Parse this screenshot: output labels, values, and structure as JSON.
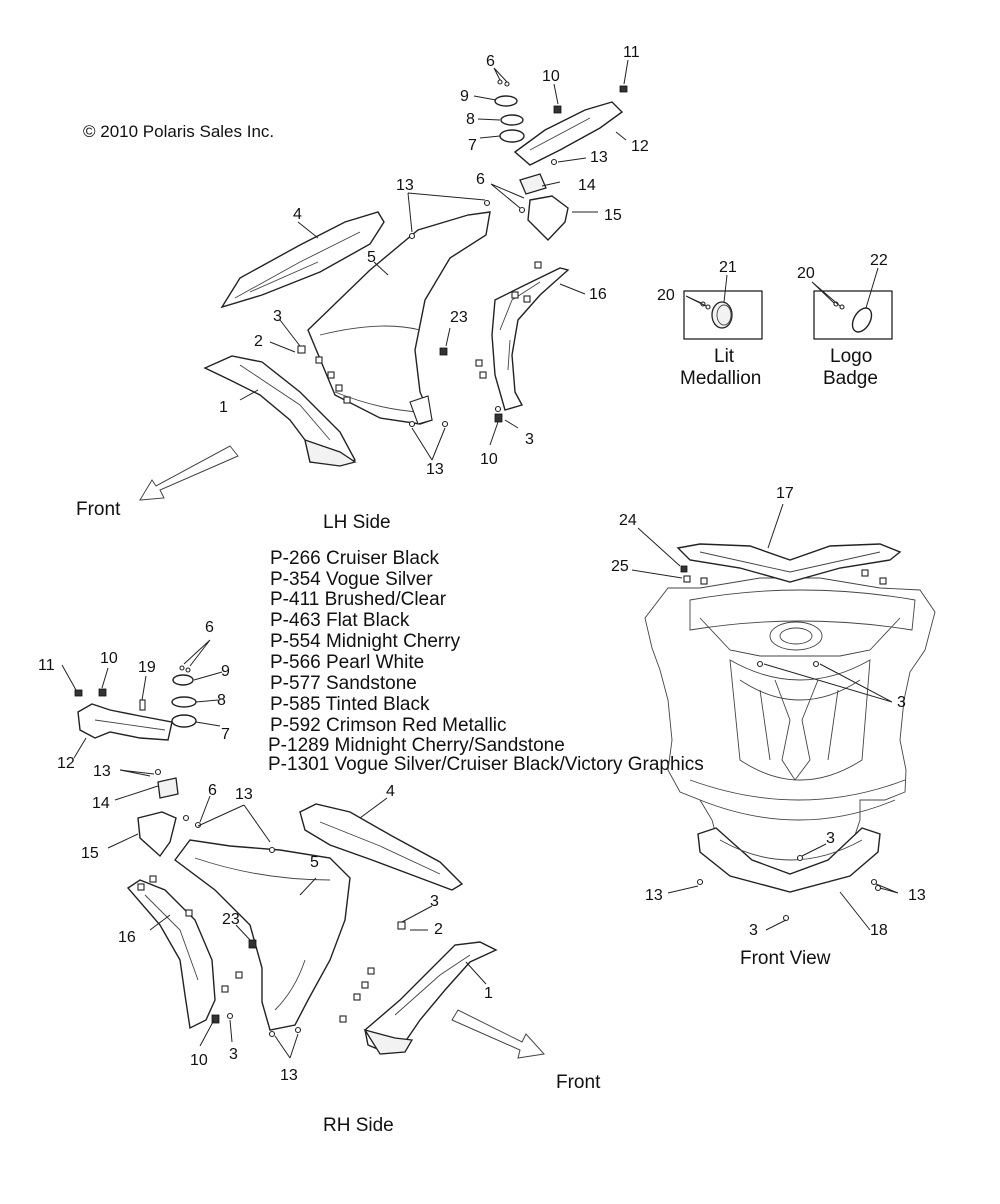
{
  "copyright": "© 2010 Polaris Sales Inc.",
  "captions": {
    "lh_side": "LH Side",
    "rh_side": "RH Side",
    "front_view": "Front View",
    "front_top": "Front",
    "front_bottom": "Front",
    "lit_medallion_line1": "Lit",
    "lit_medallion_line2": "Medallion",
    "logo_badge_line1": "Logo",
    "logo_badge_line2": "Badge"
  },
  "paint_codes": [
    "P-266  Cruiser Black",
    "P-354  Vogue Silver",
    "P-411  Brushed/Clear",
    "P-463  Flat Black",
    "P-554  Midnight Cherry",
    "P-566  Pearl White",
    "P-577  Sandstone",
    "P-585  Tinted Black",
    "P-592  Crimson Red Metallic",
    "P-1289 Midnight Cherry/Sandstone",
    "P-1301 Vogue Silver/Cruiser Black/Victory Graphics"
  ],
  "callouts": {
    "lh": {
      "c6a": "6",
      "c9a": "9",
      "c10a": "10",
      "c11a": "11",
      "c8a": "8",
      "c7a": "7",
      "c12a": "12",
      "c13a": "13",
      "c14a": "14",
      "c6b": "6",
      "c13b": "13",
      "c15a": "15",
      "c4a": "4",
      "c5a": "5",
      "c16a": "16",
      "c23a": "23",
      "c3a": "3",
      "c2a": "2",
      "c1a": "1",
      "c3b": "3",
      "c10b": "10",
      "c13c": "13"
    },
    "badges": {
      "c21": "21",
      "c20a": "20",
      "c20b": "20",
      "c22": "22"
    },
    "rh": {
      "c6": "6",
      "c11": "11",
      "c10": "10",
      "c19": "19",
      "c9": "9",
      "c8": "8",
      "c7": "7",
      "c12": "12",
      "c13a": "13",
      "c14": "14",
      "c6b": "6",
      "c13b": "13",
      "c4": "4",
      "c15": "15",
      "c5": "5",
      "c3a": "3",
      "c2": "2",
      "c23": "23",
      "c16": "16",
      "c1": "1",
      "c10b": "10",
      "c3b": "3",
      "c13c": "13"
    },
    "front": {
      "c17": "17",
      "c24": "24",
      "c25": "25",
      "c3a": "3",
      "c3b": "3",
      "c13a": "13",
      "c13b": "13",
      "c3c": "3",
      "c18": "18"
    }
  }
}
